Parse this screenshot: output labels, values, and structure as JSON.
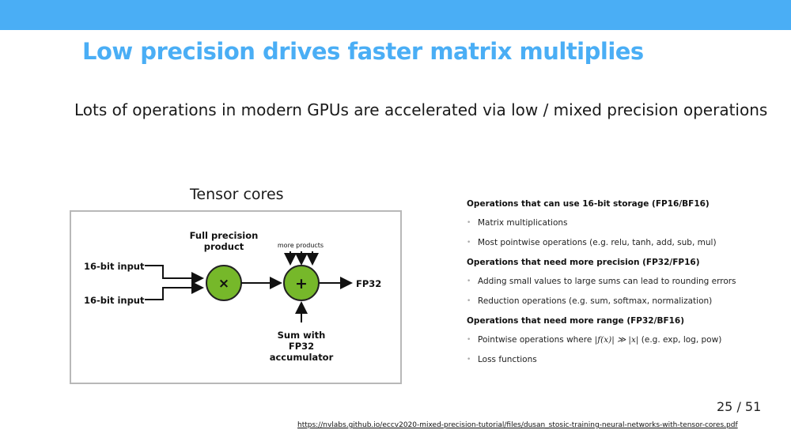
{
  "slide": {
    "title": "Low precision drives faster matrix multiplies",
    "subtitle": "Lots of operations in modern GPUs are accelerated via low / mixed precision operations",
    "figure_caption": "Tensor cores",
    "page_number": "25 / 51",
    "source_link": "https://nvlabs.github.io/eccv2020-mixed-precision-tutorial/files/dusan_stosic-training-neural-networks-with-tensor-cores.pdf"
  },
  "diagram": {
    "input_top": "16-bit input",
    "input_bottom": "16-bit input",
    "full_precision_line1": "Full precision",
    "full_precision_line2": "product",
    "more_products": "more products",
    "multiply_symbol": "×",
    "add_symbol": "+",
    "output": "FP32",
    "sum_line1": "Sum with",
    "sum_line2": "FP32",
    "sum_line3": "accumulator",
    "node_color": "#76b82a"
  },
  "operations": {
    "storage_head": "Operations that can use 16-bit storage (FP16/BF16)",
    "storage_items": [
      "Matrix multiplications",
      "Most pointwise operations (e.g. relu, tanh, add, sub, mul)"
    ],
    "precision_head": "Operations that need more precision (FP32/FP16)",
    "precision_items": [
      "Adding small values to large sums can lead to rounding errors",
      "Reduction operations (e.g. sum, softmax, normalization)"
    ],
    "range_head": "Operations that need more range (FP32/BF16)",
    "range_item_prefix": "Pointwise operations where",
    "range_item_math": "|f(x)| ≫ |x|",
    "range_item_suffix": "(e.g. exp, log, pow)",
    "range_item_2": "Loss functions",
    "bullet": "•"
  }
}
